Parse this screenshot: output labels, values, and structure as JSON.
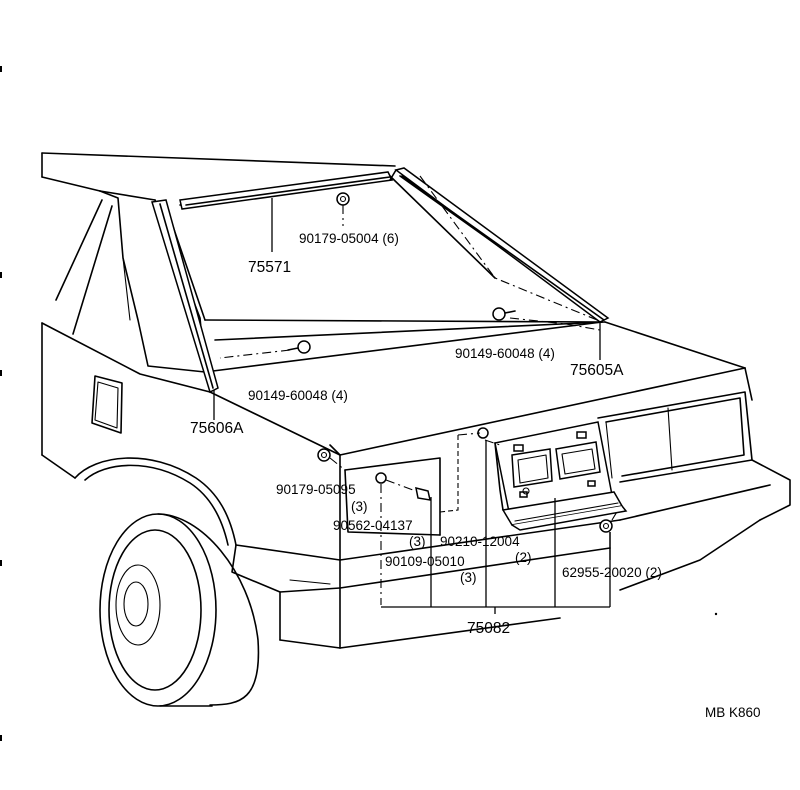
{
  "labels": {
    "p75571": "75571",
    "p90179_05004": "90179-05004 (6)",
    "p90149_right": "90149-60048 (4)",
    "p75605A": "75605A",
    "p90149_left": "90149-60048 (4)",
    "p75606A": "75606A",
    "p90179_05095": "90179-05095",
    "p90179_05095_qty": "(3)",
    "p90562": "90562-04137",
    "p90562_qty": "(3)",
    "p90210": "90210-12004",
    "p90210_qty": "(2)",
    "p90109": "90109-05010",
    "p90109_qty": "(3)",
    "p62955": "62955-20020 (2)",
    "p75082": "75082",
    "code": "MB K860"
  }
}
